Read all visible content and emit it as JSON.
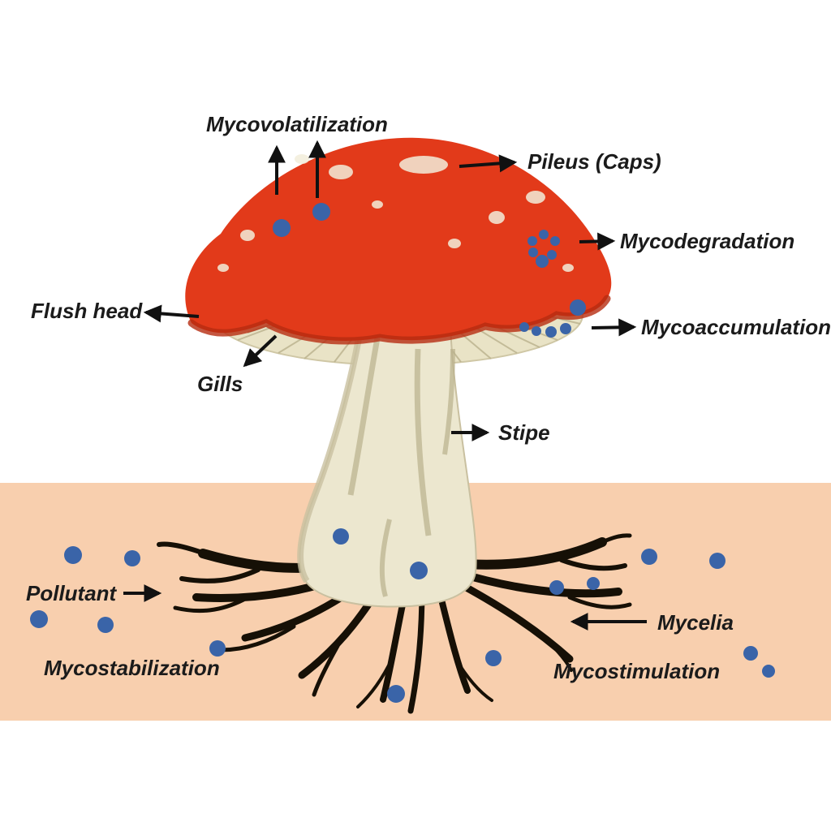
{
  "diagram": {
    "labels": {
      "mycovolatilization": "Mycovolatilization",
      "pileus": "Pileus (Caps)",
      "mycodegradation": "Mycodegradation",
      "mycoaccumulation": "Mycoaccumulation",
      "flush_head": "Flush head",
      "gills": "Gills",
      "stipe": "Stipe",
      "pollutant": "Pollutant",
      "mycostabilization": "Mycostabilization",
      "mycelia": "Mycelia",
      "mycostimulation": "Mycostimulation"
    },
    "colors": {
      "cap_red": "#e23a1a",
      "cap_shadow": "#b62c10",
      "spot_cream": "#f2eddb",
      "gills_cream": "#e9e3c6",
      "stipe_cream": "#ece7cf",
      "stipe_shade": "#b9b08c",
      "soil": "#f8cfae",
      "roots_black": "#161006",
      "pollutant_blue": "#3a64a8",
      "arrow_black": "#111111",
      "label_text": "#1b1b1b"
    },
    "pollutant_dots": [
      [
        347,
        281,
        11
      ],
      [
        396,
        261,
        11
      ],
      [
        656,
        297,
        6
      ],
      [
        670,
        289,
        6
      ],
      [
        684,
        297,
        6
      ],
      [
        657,
        311,
        6
      ],
      [
        680,
        314,
        6
      ],
      [
        668,
        322,
        8
      ],
      [
        712,
        379,
        10
      ],
      [
        697,
        405,
        7
      ],
      [
        679,
        409,
        7
      ],
      [
        661,
        408,
        6
      ],
      [
        646,
        403,
        6
      ],
      [
        90,
        684,
        11
      ],
      [
        163,
        688,
        10
      ],
      [
        48,
        763,
        11
      ],
      [
        130,
        770,
        10
      ],
      [
        268,
        799,
        10
      ],
      [
        420,
        661,
        10
      ],
      [
        516,
        703,
        11
      ],
      [
        608,
        811,
        10
      ],
      [
        488,
        855,
        11
      ],
      [
        686,
        724,
        9
      ],
      [
        731,
        719,
        8
      ],
      [
        800,
        686,
        10
      ],
      [
        884,
        691,
        10
      ],
      [
        925,
        805,
        9
      ],
      [
        947,
        827,
        8
      ]
    ]
  }
}
